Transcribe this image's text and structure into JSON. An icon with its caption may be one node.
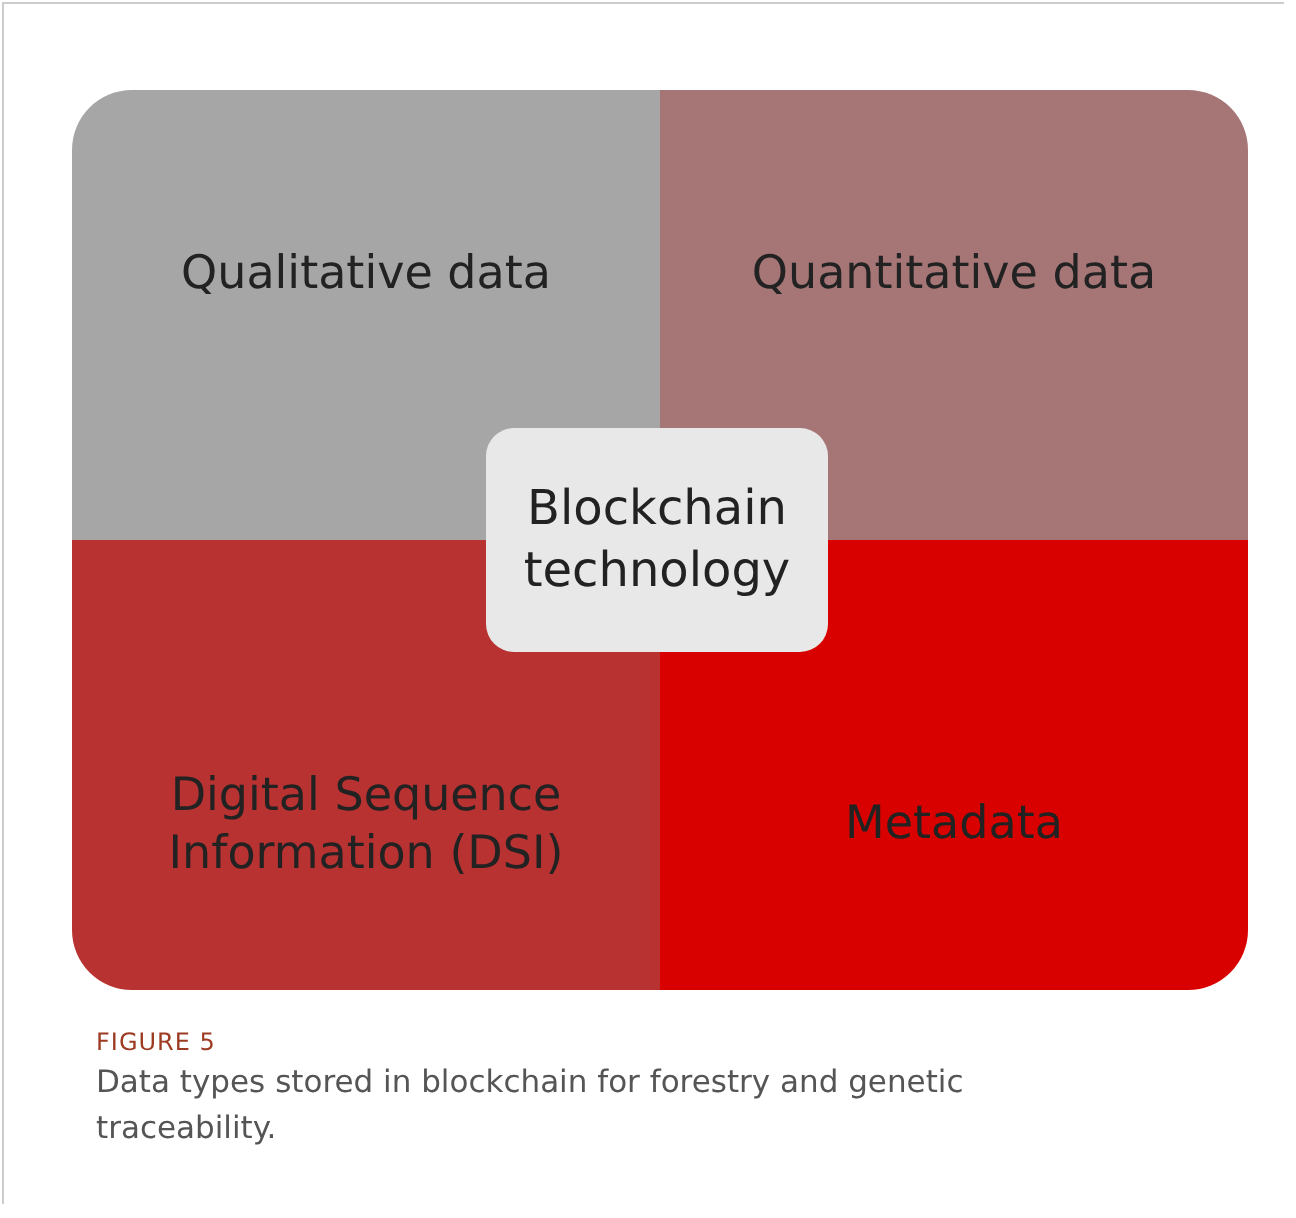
{
  "diagram": {
    "caption": "Data types stored in blockchain for forestry and genetic traceability.",
    "nodes": [
      {
        "text": [
          "Qualitative data"
        ]
      },
      {
        "text": [
          "Quantitative data"
        ]
      },
      {
        "text": [
          "Blockchain technology"
        ]
      },
      {
        "text": [
          "Digital Sequence Information (DSI)"
        ]
      },
      {
        "text": [
          "Metadata"
        ]
      }
    ],
    "labels": [
      "FIGURE 5"
    ]
  }
}
